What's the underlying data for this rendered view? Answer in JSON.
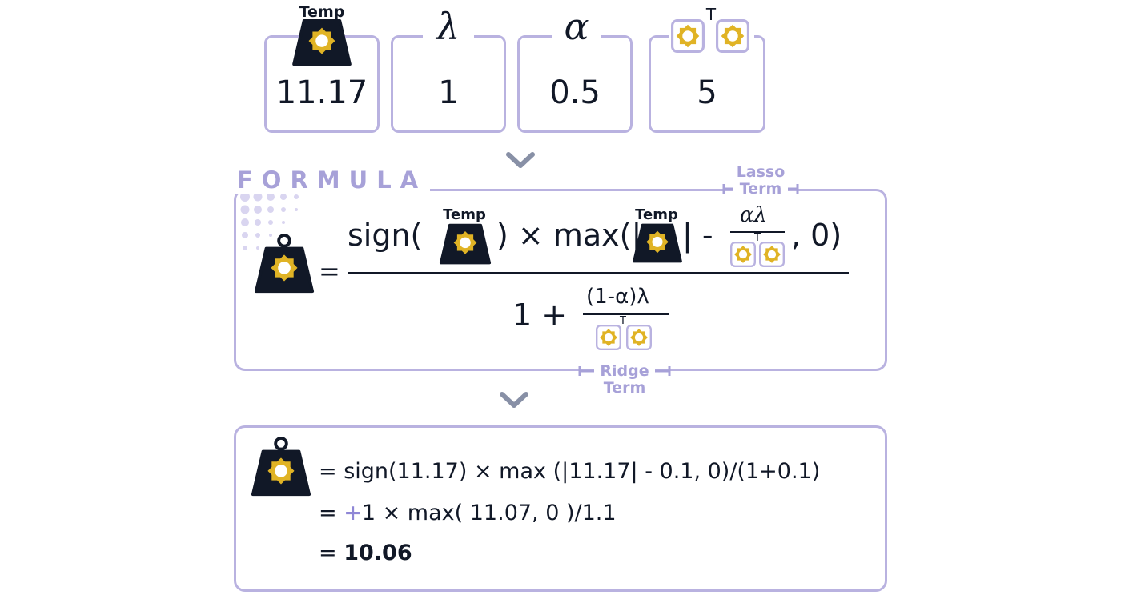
{
  "inputs": {
    "temp_label": "Temp",
    "temp_value": "11.17",
    "lambda_symbol": "λ",
    "lambda_value": "1",
    "alpha_symbol": "α",
    "alpha_value": "0.5",
    "transpose_mark": "T",
    "gram_value": "5"
  },
  "formula": {
    "title": "FORMULA",
    "equals": "=",
    "sign_open": "sign(",
    "sign_close": ") × max(|",
    "abs_close": "| -",
    "max_close": ", 0)",
    "temp_label": "Temp",
    "lasso_num": "αλ",
    "lasso_T": "T",
    "denom_one": "1 +",
    "ridge_num": "(1-α)λ",
    "ridge_T": "T",
    "lasso_label_1": "Lasso",
    "lasso_label_2": "Term",
    "ridge_label_1": "Ridge",
    "ridge_label_2": "Term"
  },
  "calculation": {
    "line1": "= sign(11.17) × max (|11.17| - 0.1, 0)/(1+0.1)",
    "line2_prefix": "= ",
    "line2_sign": "+",
    "line2_rest": "1 × max( 11.07, 0 )/1.1",
    "line3_prefix": "= ",
    "line3_result": "10.06"
  },
  "icons": {
    "weight": "weight-gear-icon",
    "gear": "gear-box-icon",
    "chevron": "chevron-down-icon"
  },
  "colors": {
    "box_border": "#b9b2e0",
    "label_purple": "#a7a1d8",
    "weight_dark": "#111827",
    "gear_gold": "#e0b325",
    "gear_frame": "#b9b2e0"
  }
}
